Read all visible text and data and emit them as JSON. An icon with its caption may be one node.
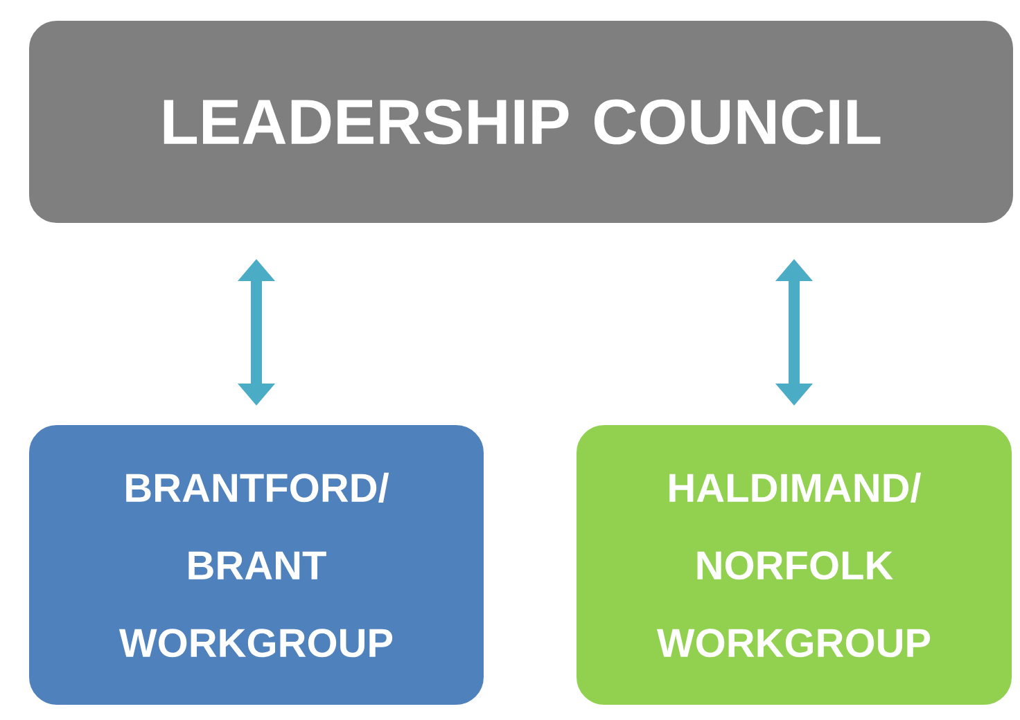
{
  "diagram": {
    "nodes": [
      {
        "text": [
          "LEADERSHIP COUNCIL"
        ]
      },
      {
        "text": [
          "BRANTFORD/ BRANT WORKGROUP"
        ]
      },
      {
        "text": [
          "HALDIMAND/ NORFOLK WORKGROUP"
        ]
      }
    ],
    "edges": [
      {
        "from": 0,
        "to": 1,
        "arrow": "both"
      },
      {
        "from": 0,
        "to": 2,
        "arrow": "both"
      }
    ]
  }
}
